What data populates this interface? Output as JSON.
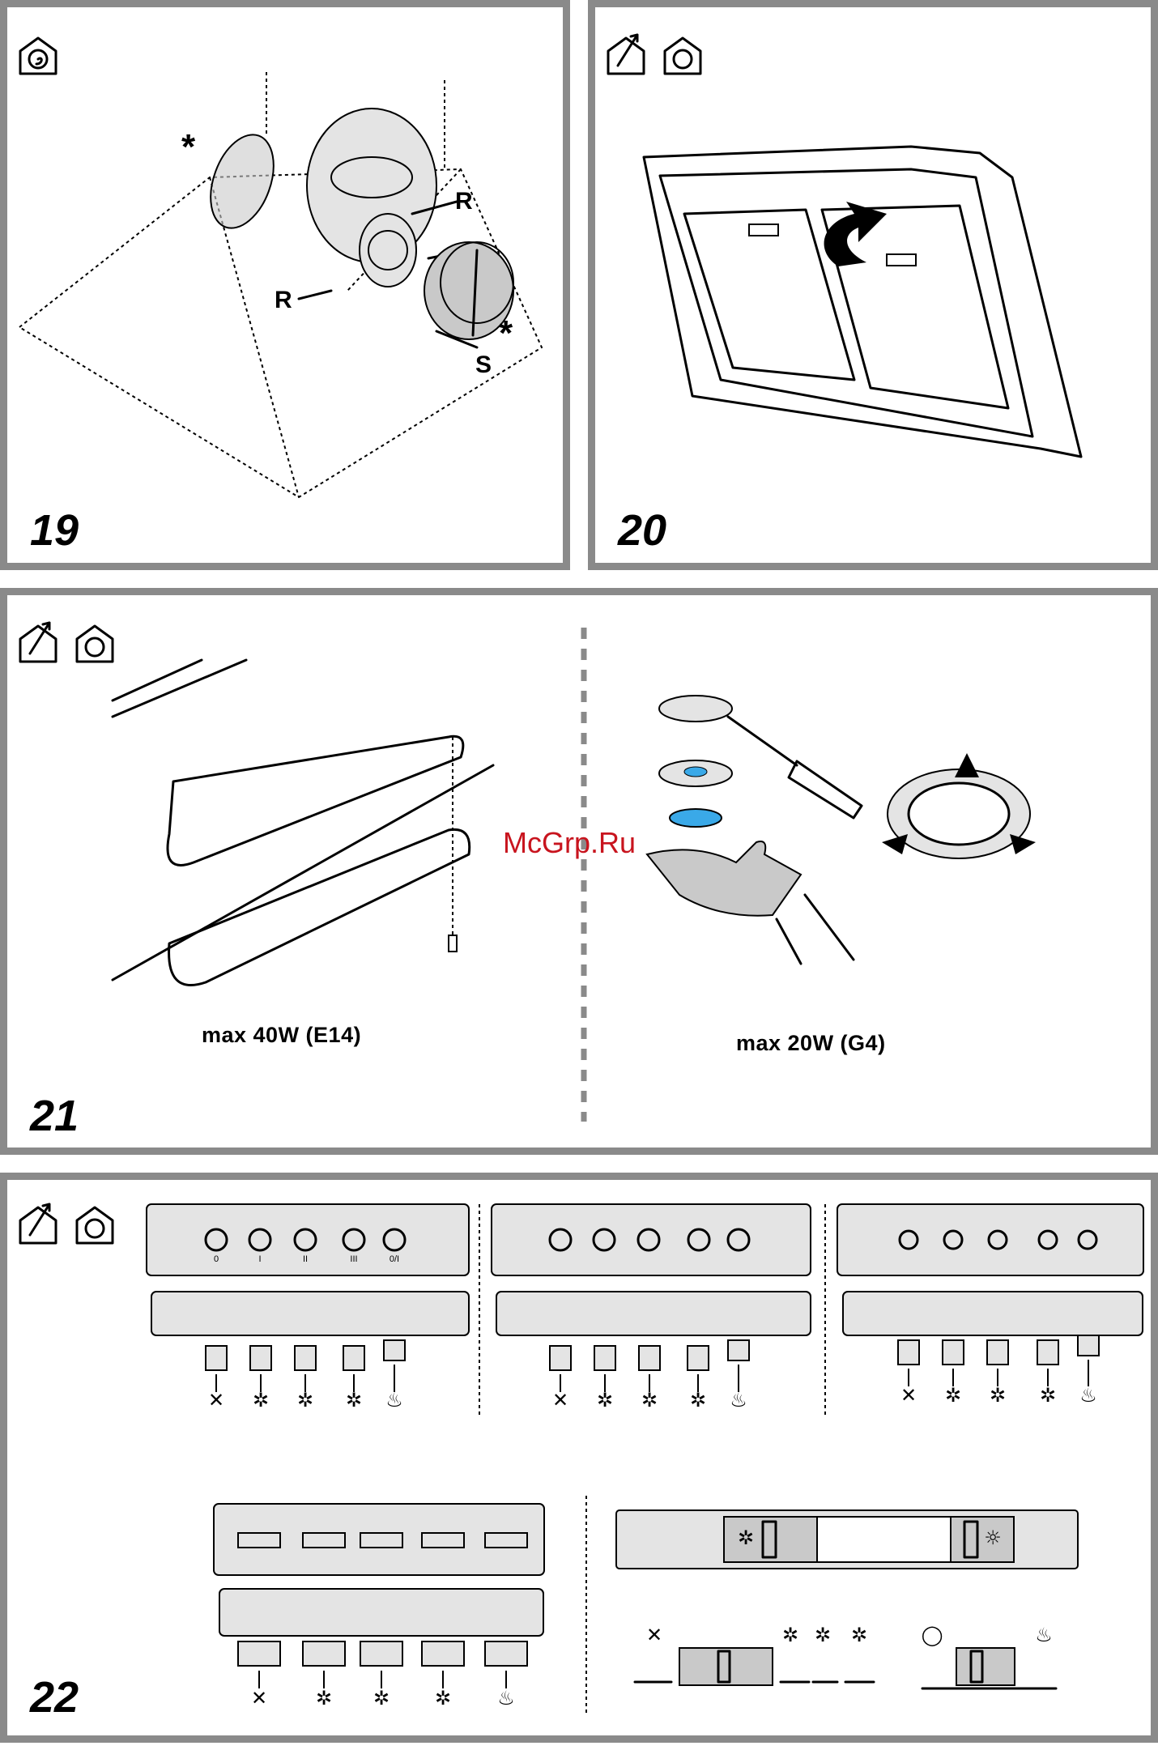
{
  "figures": {
    "fig19": {
      "number": "19",
      "label_R1": "R",
      "label_R2": "R",
      "label_S": "S",
      "asterisk1": "*",
      "asterisk2": "*"
    },
    "fig20": {
      "number": "20"
    },
    "fig21": {
      "number": "21",
      "caption_left": "max 40W  (E14)",
      "caption_right": "max 20W  (G4)"
    },
    "fig22": {
      "number": "22",
      "panel1_labels": [
        "0",
        "I",
        "II",
        "III",
        "0/I"
      ]
    }
  },
  "watermark": "McGrp.Ru",
  "icons": {
    "recirculation": "recirculation-house-icon",
    "extraction": "extraction-house-icon"
  },
  "colors": {
    "frame": "#8a8a8a",
    "watermark": "#c8141e",
    "bulb_blue": "#3aa9e8"
  }
}
